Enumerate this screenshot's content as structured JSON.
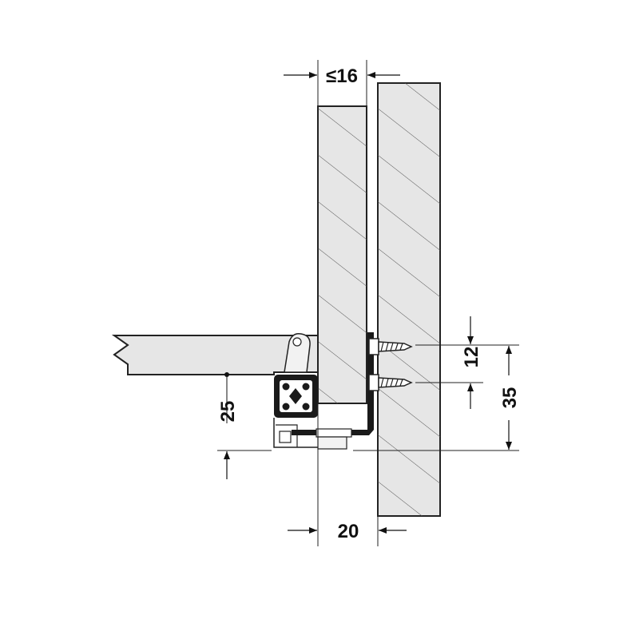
{
  "colors": {
    "line": "#222222",
    "panel_fill": "#e6e6e6",
    "hatch": "#555555",
    "background": "#ffffff",
    "rail_dark": "#1a1a1a"
  },
  "dimensions": {
    "panel_thickness": "≤16",
    "bottom_clearance": "25",
    "screw_spacing": "12",
    "mount_height": "35",
    "rail_offset": "20"
  }
}
